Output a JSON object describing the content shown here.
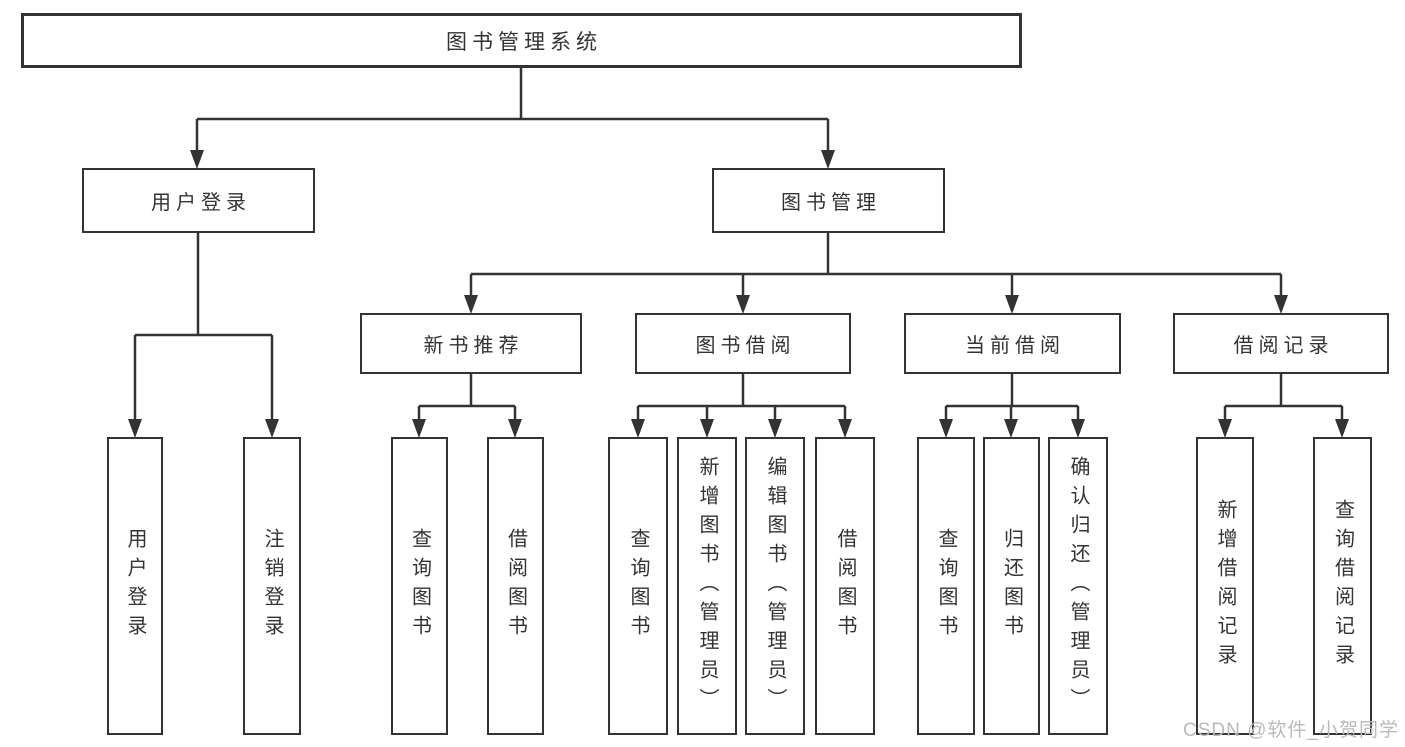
{
  "tree": {
    "label": "图书管理系统",
    "children": [
      {
        "label": "用户登录",
        "children": [
          {
            "label": "用户登录"
          },
          {
            "label": "注销登录"
          }
        ]
      },
      {
        "label": "图书管理",
        "children": [
          {
            "label": "新书推荐",
            "children": [
              {
                "label": "查询图书"
              },
              {
                "label": "借阅图书"
              }
            ]
          },
          {
            "label": "图书借阅",
            "children": [
              {
                "label": "查询图书"
              },
              {
                "label": "新增图书（管理员）"
              },
              {
                "label": "编辑图书（管理员）"
              },
              {
                "label": "借阅图书"
              }
            ]
          },
          {
            "label": "当前借阅",
            "children": [
              {
                "label": "查询图书"
              },
              {
                "label": "归还图书"
              },
              {
                "label": "确认归还（管理员）"
              }
            ]
          },
          {
            "label": "借阅记录",
            "children": [
              {
                "label": "新增借阅记录"
              },
              {
                "label": "查询借阅记录"
              }
            ]
          }
        ]
      }
    ]
  },
  "watermark": {
    "text": "CSDN @软件_小贺同学"
  },
  "colors": {
    "line": "#333333",
    "box_border": "#333333",
    "box_fill": "#ffffff",
    "text": "#333333",
    "watermark": "#b9b9b9",
    "background": "#ffffff"
  }
}
